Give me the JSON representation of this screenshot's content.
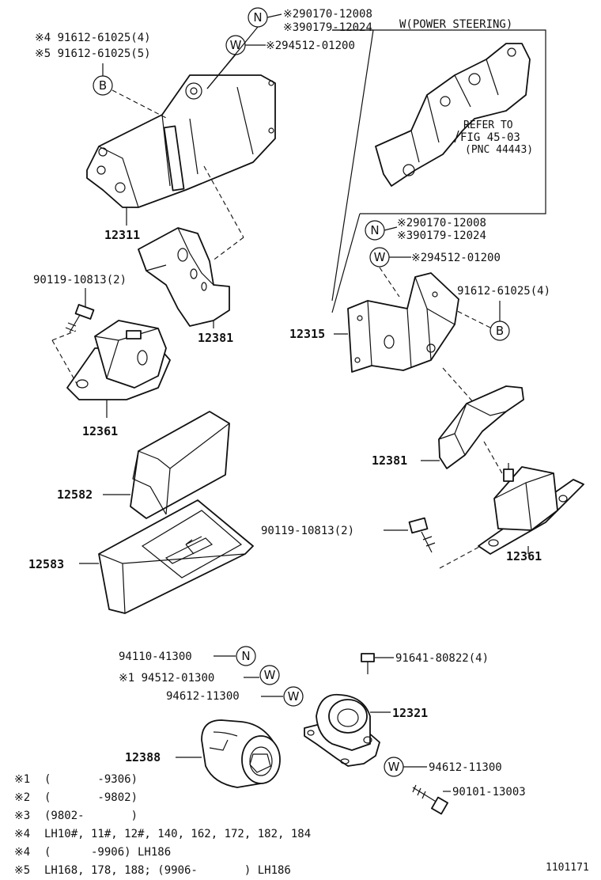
{
  "labels": {
    "top_n_1": "※290170-12008",
    "top_n_2": "※390179-12024",
    "top_w": "※294512-01200",
    "ps_title": "W(POWER STEERING)",
    "refer_1": "REFER TO",
    "refer_2": "FIG 45-03",
    "refer_3": "(PNC 44443)",
    "b_top_1": "※4  91612-61025(4)",
    "b_top_2": "※5  91612-61025(5)",
    "p12311": "12311",
    "p90119_l": "90119-10813(2)",
    "p12381_l": "12381",
    "p12361_l": "12361",
    "p12582": "12582",
    "p12583": "12583",
    "mid_n_1": "※290170-12008",
    "mid_n_2": "※390179-12024",
    "mid_w": "※294512-01200",
    "p91612_r": "91612-61025(4)",
    "p12315": "12315",
    "p12381_r": "12381",
    "p90119_r": "90119-10813(2)",
    "p12361_r": "12361",
    "p94110": "94110-41300",
    "p94512_b": "※1  94512-01300",
    "p94612_b": "94612-11300",
    "p91641": "91641-80822(4)",
    "p12321": "12321",
    "p12388": "12388",
    "p94612_r": "94612-11300",
    "p90101": "90101-13003",
    "code": "1101171"
  },
  "circles": {
    "n": "N",
    "w": "W",
    "b": "B"
  },
  "notes": [
    {
      "mark": "※1",
      "text": "(       -9306)"
    },
    {
      "mark": "※2",
      "text": "(       -9802)"
    },
    {
      "mark": "※3",
      "text": "(9802-       )"
    },
    {
      "mark": "※4",
      "text": "LH10#, 11#, 12#, 140, 162, 172, 182, 184"
    },
    {
      "mark": "※4",
      "text": "(      -9906) LH186"
    },
    {
      "mark": "※5",
      "text": "LH168, 178, 188; (9906-       ) LH186"
    }
  ]
}
